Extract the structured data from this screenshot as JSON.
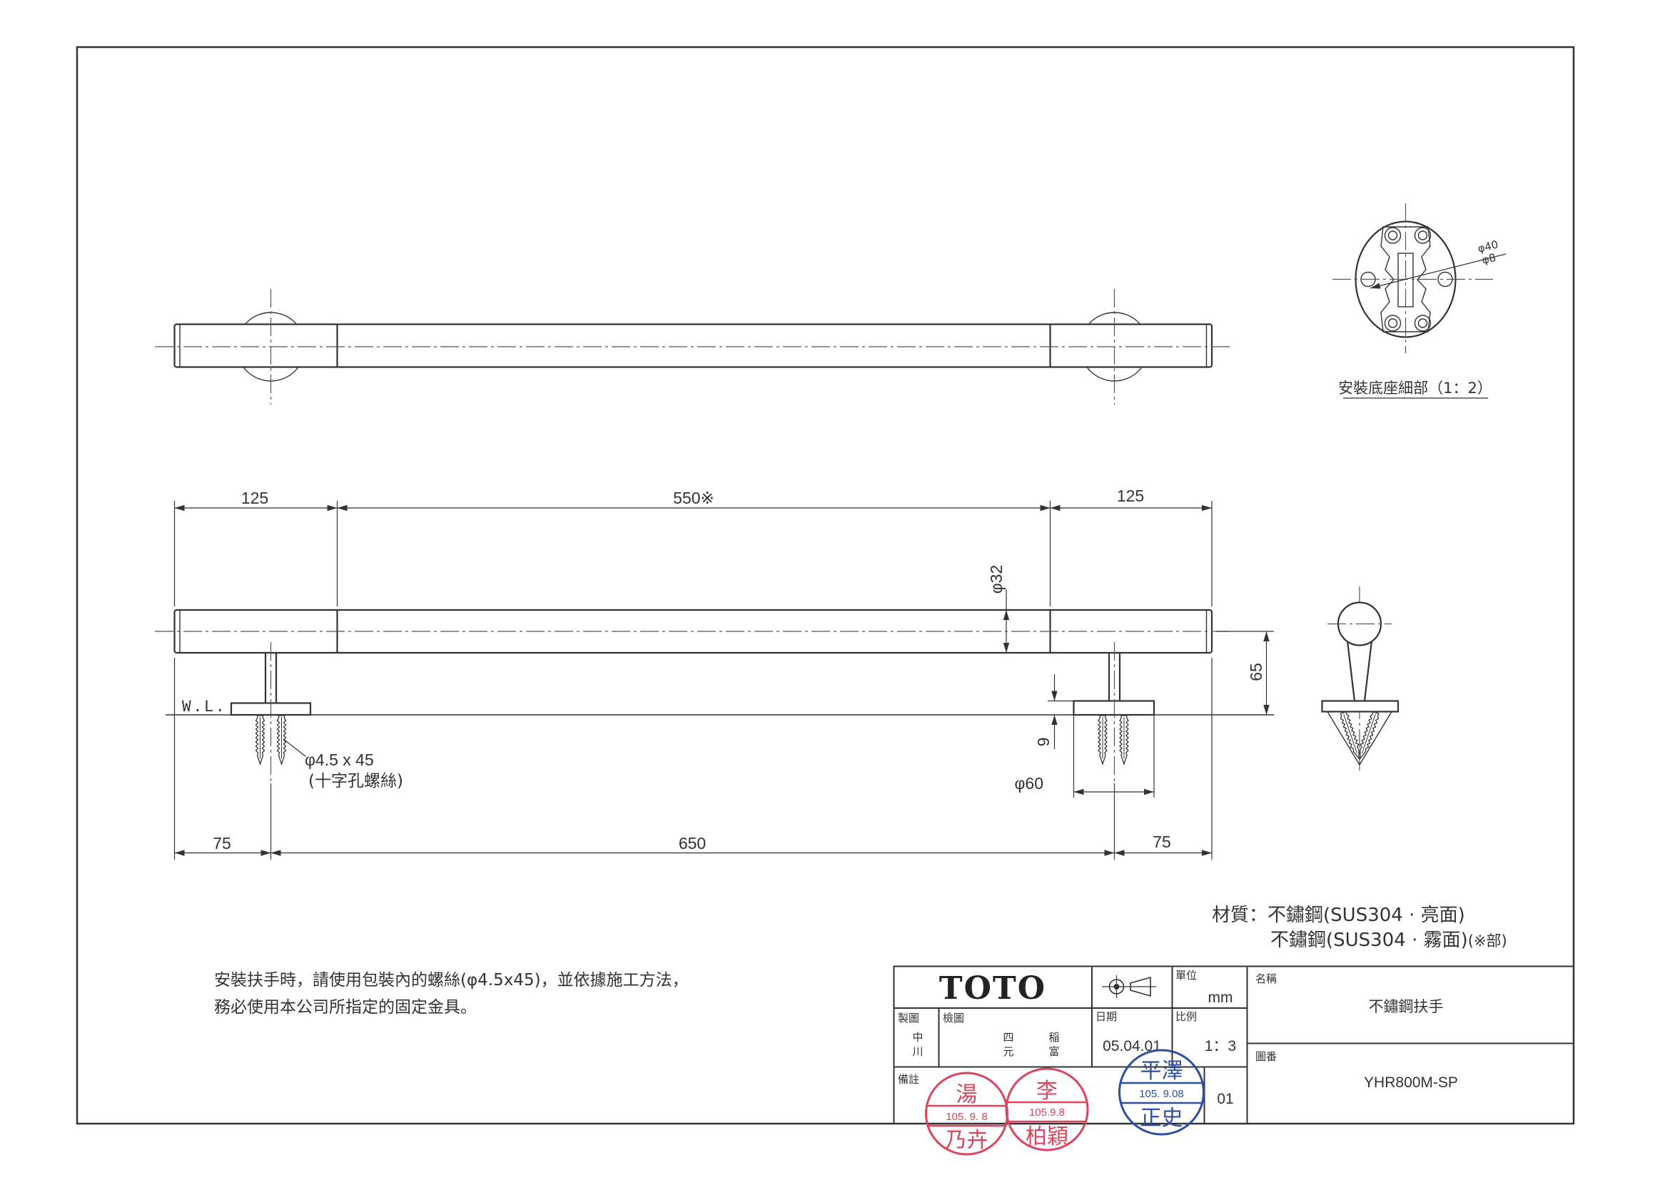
{
  "colors": {
    "line": "#333333",
    "stamp_red": "#d8455c",
    "stamp_blue": "#2d4f9f"
  },
  "base_detail": {
    "caption": "安裝底座細部（1：2）",
    "outer_diameter": "φ40",
    "hole_diameter": "φ8"
  },
  "dimensions": {
    "top": [
      "125",
      "550※",
      "125"
    ],
    "bar_diameter": "φ32",
    "height": "65",
    "water_line": "W.L.",
    "screw_size": "φ4.5 x 45",
    "screw_type": "(十字孔螺絲)",
    "plate_thickness": "9",
    "base_diameter": "φ60",
    "bottom": [
      "75",
      "650",
      "75"
    ]
  },
  "material": {
    "label": "材質：",
    "line1": "不鏽鋼(SUS304 · 亮面)",
    "line2": "不鏽鋼(SUS304 · 霧面)",
    "line2_note": "(※部)"
  },
  "note": {
    "line1": "安裝扶手時，請使用包裝內的螺絲(φ4.5x45)，並依據施工方法，",
    "line2": "務必使用本公司所指定的固定金具。"
  },
  "title_block": {
    "brand": "TOTO",
    "unit_label": "單位",
    "unit": "mm",
    "name_label": "名稱",
    "name": "不鏽鋼扶手",
    "drawn_label": "製圖",
    "drawn_by": [
      "中",
      "川"
    ],
    "checked_label": "檢圖",
    "checked_by": [
      [
        "四",
        "元"
      ],
      [
        "稲",
        "富"
      ]
    ],
    "date_label": "日期",
    "date": "05.04.01",
    "scale_label": "比例",
    "scale": "1：3",
    "drawing_no_label": "圖番",
    "drawing_no": "YHR800M-SP",
    "remarks_label": "備註",
    "revision": "01"
  },
  "stamps": [
    {
      "surname": "湯",
      "date": "105. 9. 8",
      "given": "乃卉"
    },
    {
      "surname": "李",
      "date": "105.9.8",
      "given": "柏穎"
    },
    {
      "surname": "平澤",
      "date": "105. 9.08",
      "given": "正史"
    }
  ]
}
